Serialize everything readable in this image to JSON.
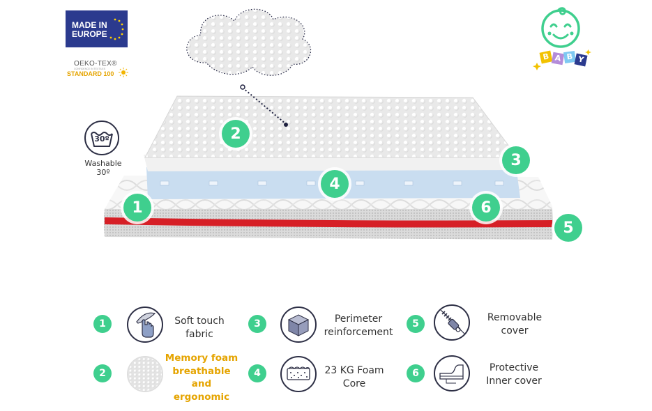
{
  "logos": {
    "made_in": "MADE IN",
    "europe": "EUROPE",
    "oeko_tex": "OEKO-TEX®",
    "oeko_sub": "CONFIDENCE IN TEXTILES",
    "standard": "STANDARD 100",
    "baby_letters": [
      "B",
      "A",
      "B",
      "Y"
    ]
  },
  "wash": {
    "temp": "30º",
    "label_line1": "Washable",
    "label_line2": "30º"
  },
  "diagram_badges": [
    "1",
    "2",
    "3",
    "4",
    "5",
    "6"
  ],
  "legend": [
    {
      "num": "1",
      "icon": "hand-touch-icon",
      "line1": "Soft touch",
      "line2": "fabric"
    },
    {
      "num": "2",
      "icon": "foam-texture-icon",
      "line1": "Memory foam",
      "line2": "breathable",
      "line3": "and",
      "line4": "ergonomic"
    },
    {
      "num": "3",
      "icon": "cube-icon",
      "line1": "Perimeter",
      "line2": "reinforcement"
    },
    {
      "num": "4",
      "icon": "foam-core-icon",
      "line1": "23 KG Foam",
      "line2": "Core"
    },
    {
      "num": "5",
      "icon": "zipper-icon",
      "line1": "Removable",
      "line2": "cover"
    },
    {
      "num": "6",
      "icon": "inner-cover-icon",
      "line1": "Protective",
      "line2": "Inner cover"
    }
  ],
  "colors": {
    "badge_green": "#3fcf8e",
    "highlight_text": "#e5a400",
    "piping_red": "#d61f26",
    "logo_blue": "#2b3a8e",
    "icon_outline": "#2d2f45"
  }
}
